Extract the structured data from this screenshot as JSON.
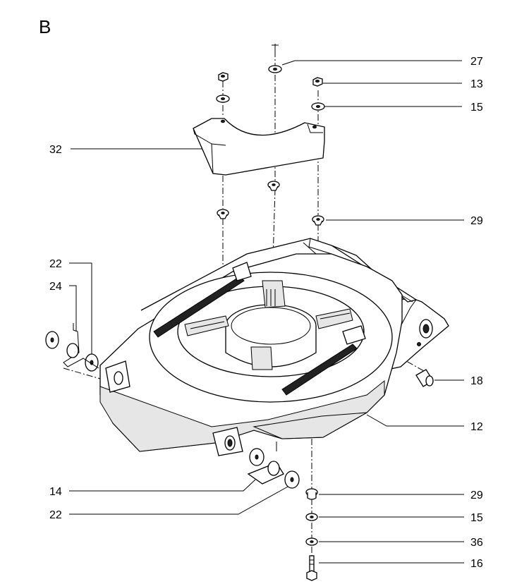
{
  "section_letter": "B",
  "callouts": {
    "p27": "27",
    "p13": "13",
    "p15_top": "15",
    "p32": "32",
    "p29_top": "29",
    "p22_left": "22",
    "p24": "24",
    "p18": "18",
    "p12": "12",
    "p14": "14",
    "p22_bottom": "22",
    "p29_bottom": "29",
    "p15_bottom": "15",
    "p36": "36",
    "p16": "16"
  }
}
